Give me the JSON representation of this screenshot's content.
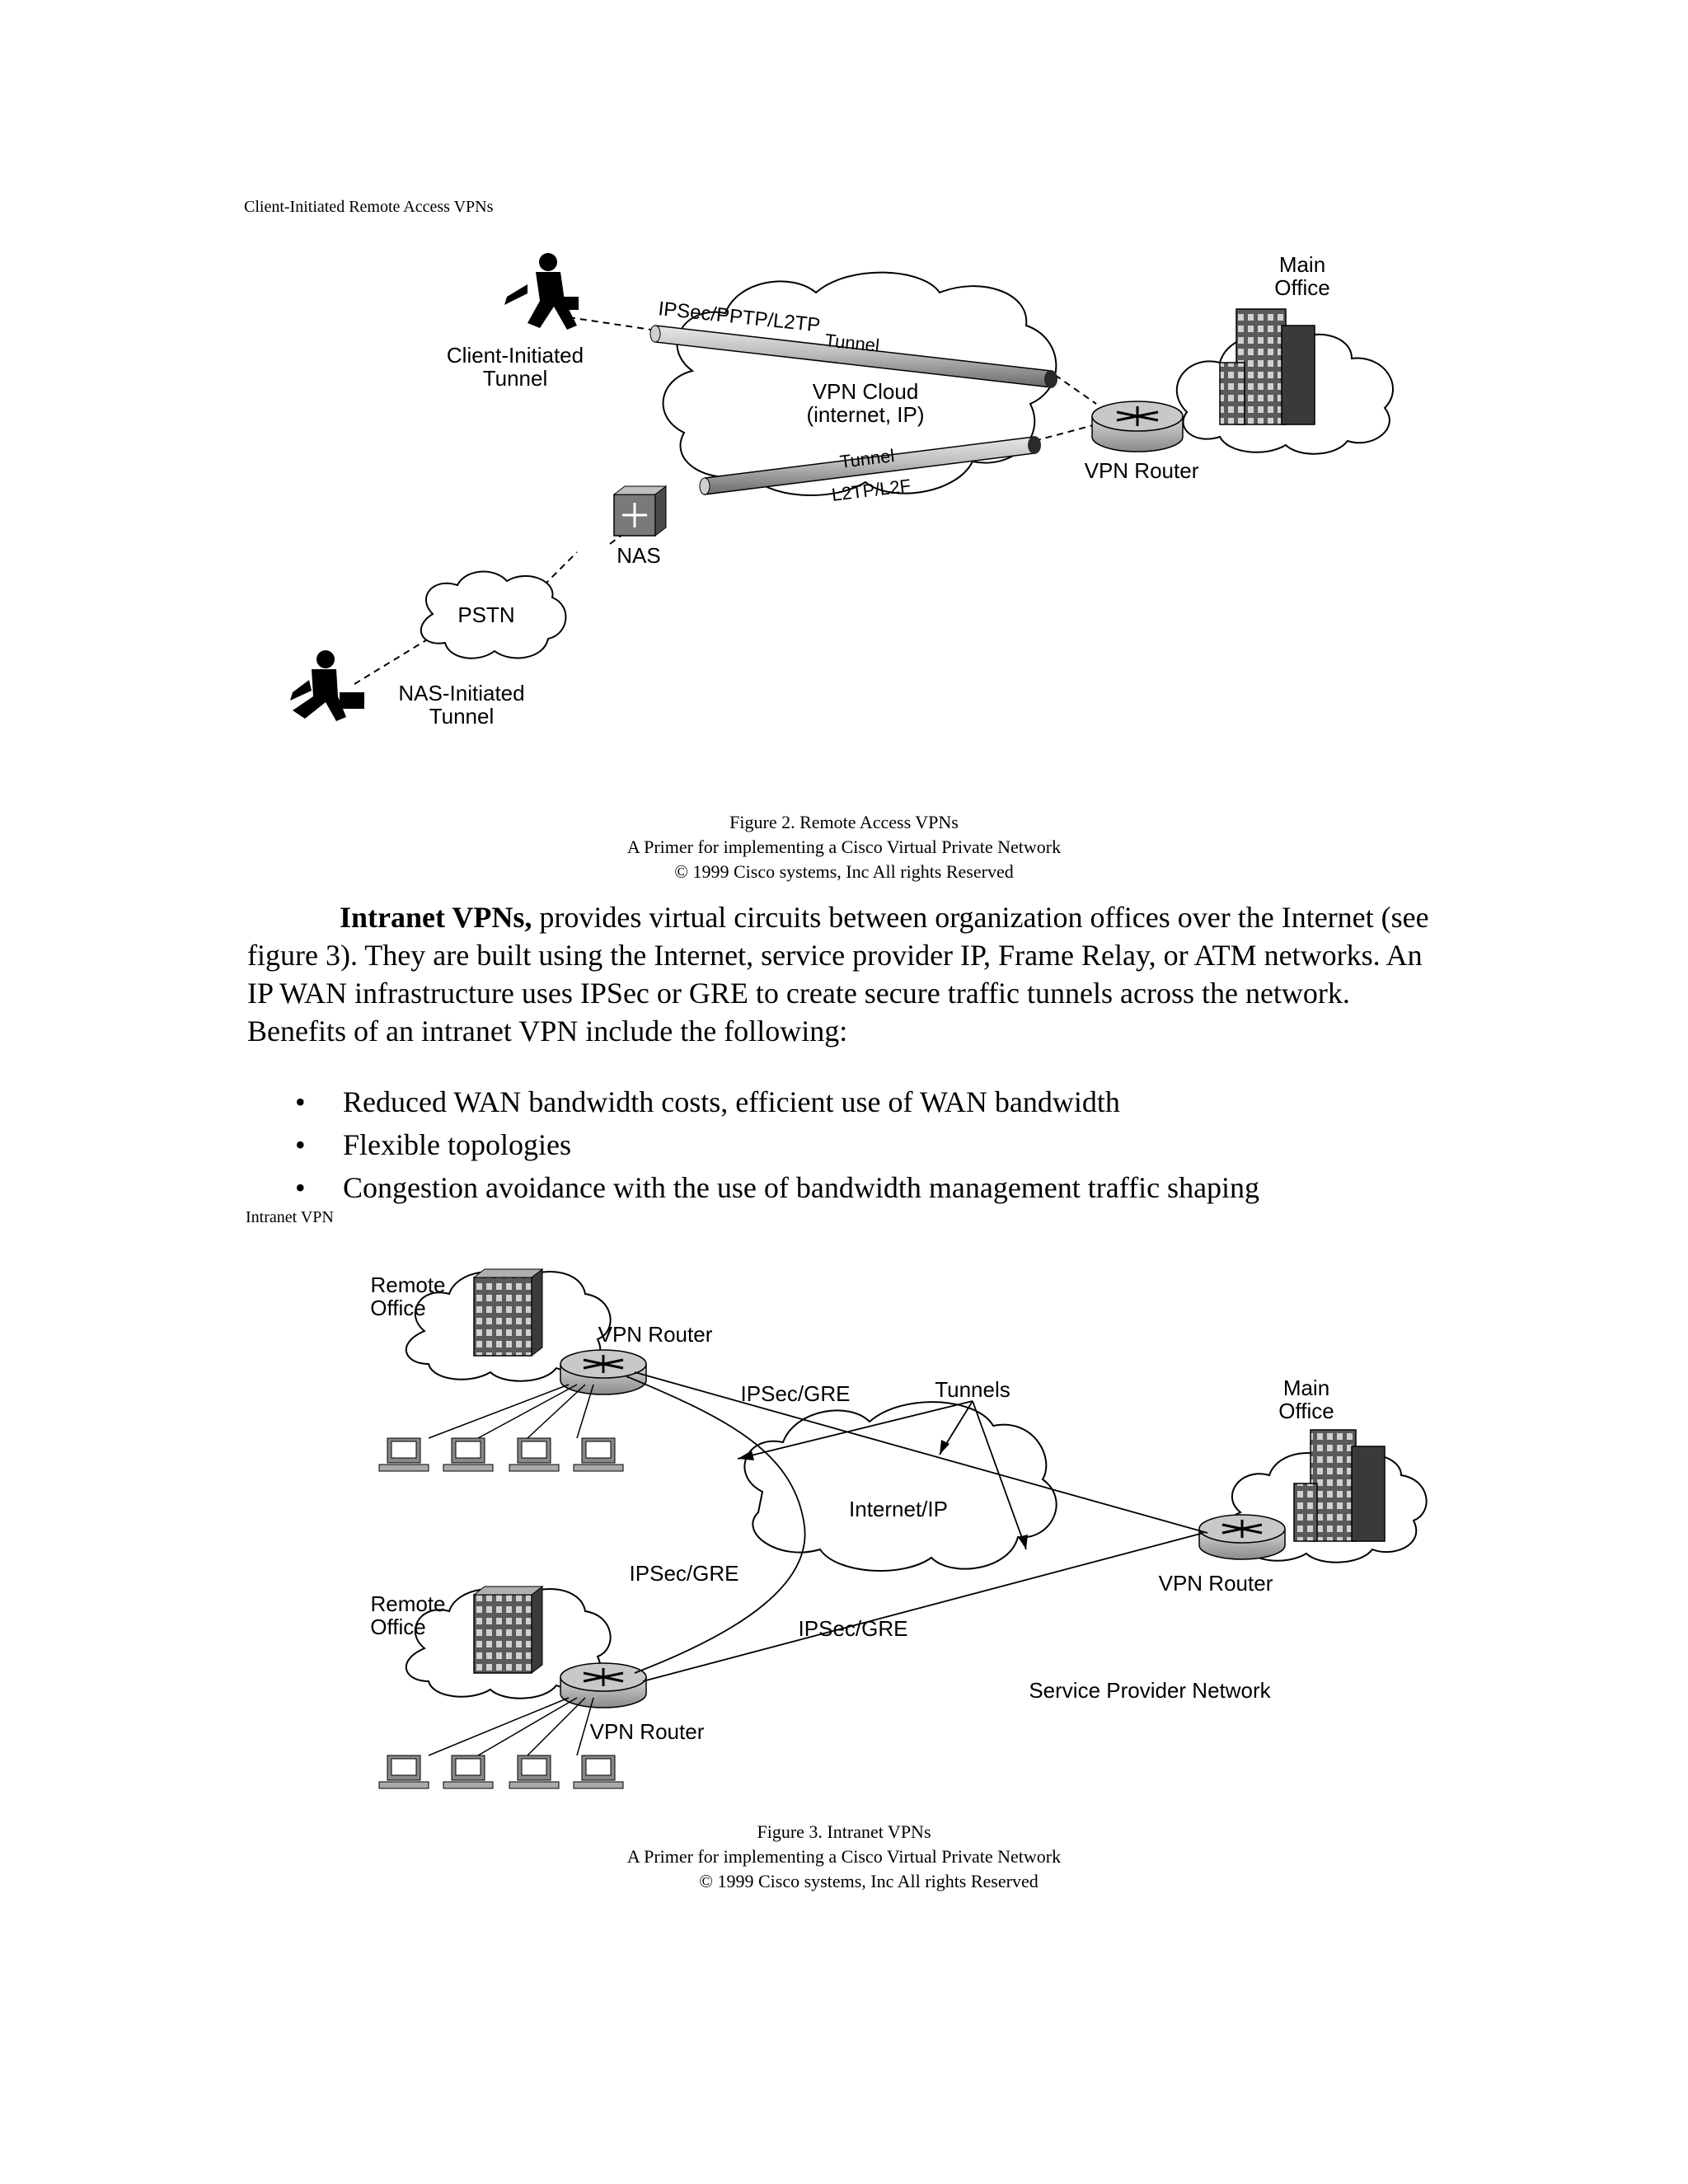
{
  "figure2": {
    "title": "Client-Initiated Remote Access VPNs",
    "labels": {
      "main_office_line1": "Main",
      "main_office_line2": "Office",
      "client_tunnel_line1": "Client-Initiated",
      "client_tunnel_line2": "Tunnel",
      "tunnel_top_protocols": "IPSec/PPTP/L2TP",
      "tunnel_top_word": "Tunnel",
      "vpn_cloud_line1": "VPN Cloud",
      "vpn_cloud_line2": "(internet, IP)",
      "tunnel_bottom_word": "Tunnel",
      "tunnel_bottom_protocols": "L2TP/L2F",
      "vpn_router": "VPN Router",
      "nas": "NAS",
      "pstn": "PSTN",
      "nas_tunnel_line1": "NAS-Initiated",
      "nas_tunnel_line2": "Tunnel"
    },
    "caption": {
      "line1": "Figure 2. Remote Access VPNs",
      "line2": "A Primer for implementing a Cisco Virtual Private Network",
      "line3": "© 1999 Cisco systems, Inc All rights Reserved"
    }
  },
  "body": {
    "para_bold": "Intranet VPNs,",
    "para_rest": " provides virtual circuits between organization offices over the Internet (see figure 3).  They are built using the Internet, service provider IP, Frame Relay, or ATM networks.  An IP WAN infrastructure uses IPSec or GRE to create secure traffic tunnels across the network.  Benefits of an intranet VPN include the following:",
    "bullets": [
      "Reduced WAN bandwidth costs, efficient use of WAN bandwidth",
      "Flexible topologies",
      "Congestion avoidance with the use of bandwidth management traffic shaping"
    ]
  },
  "figure3": {
    "title": "Intranet VPN",
    "labels": {
      "remote_office_line1": "Remote",
      "remote_office_line2": "Office",
      "vpn_router": "VPN Router",
      "ipsec_gre": "IPSec/GRE",
      "tunnels": "Tunnels",
      "main_office_line1": "Main",
      "main_office_line2": "Office",
      "internet_ip": "Internet/IP",
      "service_provider_network": "Service Provider Network"
    },
    "caption": {
      "line1": "Figure 3. Intranet VPNs",
      "line2": "A Primer for implementing a Cisco Virtual Private Network",
      "line3": "© 1999 Cisco systems, Inc All rights Reserved"
    }
  }
}
